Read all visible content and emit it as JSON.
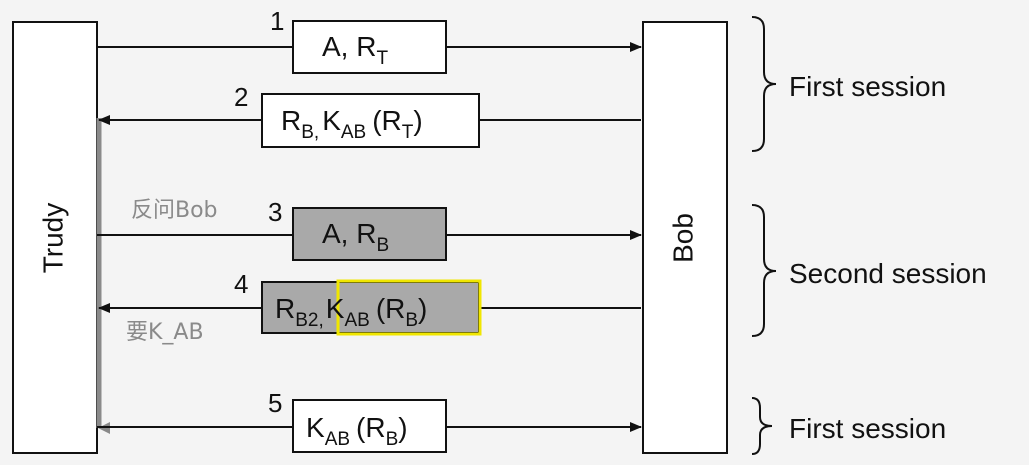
{
  "actors": {
    "left": "Trudy",
    "right": "Bob"
  },
  "messages": [
    {
      "number": "1",
      "label": "A, R_T"
    },
    {
      "number": "2",
      "label": "R_B, K_AB (R_T)"
    },
    {
      "number": "3",
      "label": "A, R_B"
    },
    {
      "number": "4",
      "label": "R_B2, K_AB (R_B)"
    },
    {
      "number": "5",
      "label": "K_AB (R_B)"
    }
  ],
  "sessions": [
    {
      "label": "First session"
    },
    {
      "label": "Second session"
    },
    {
      "label": "First session"
    }
  ],
  "annotations": {
    "query_bob": "反问Bob",
    "want_kab": "要K_AB"
  },
  "label_text": {
    "m1_main": "A, R",
    "m1_sub": "T",
    "m2_rb": "R",
    "m2_rb_sub": "B,",
    "m2_k": "K",
    "m2_k_sub": "AB",
    "m2_tail_open": "(R",
    "m2_tail_sub": "T",
    "m2_tail_close": ")",
    "m3_main": "A, R",
    "m3_sub": "B",
    "m4_rb2": "R",
    "m4_rb2_sub": "B2,",
    "m4_k": "K",
    "m4_k_sub": "AB",
    "m4_tail_open": "(R",
    "m4_tail_sub": "B",
    "m4_tail_close": ")",
    "m5_k": "K",
    "m5_k_sub": "AB",
    "m5_tail_open": "(R",
    "m5_tail_sub": "B",
    "m5_tail_close": ")"
  },
  "colors": {
    "background": "#f4f4f4",
    "box_fill": "#ffffff",
    "reflected_box_fill": "#a9a9a9",
    "highlight_border": "#f0e600",
    "annotation_text": "#8a8a8a",
    "timeline": "#8a8a8a"
  },
  "icons": {
    "arrowhead": "arrow-head-icon",
    "session_brace": "curly-brace-icon"
  }
}
